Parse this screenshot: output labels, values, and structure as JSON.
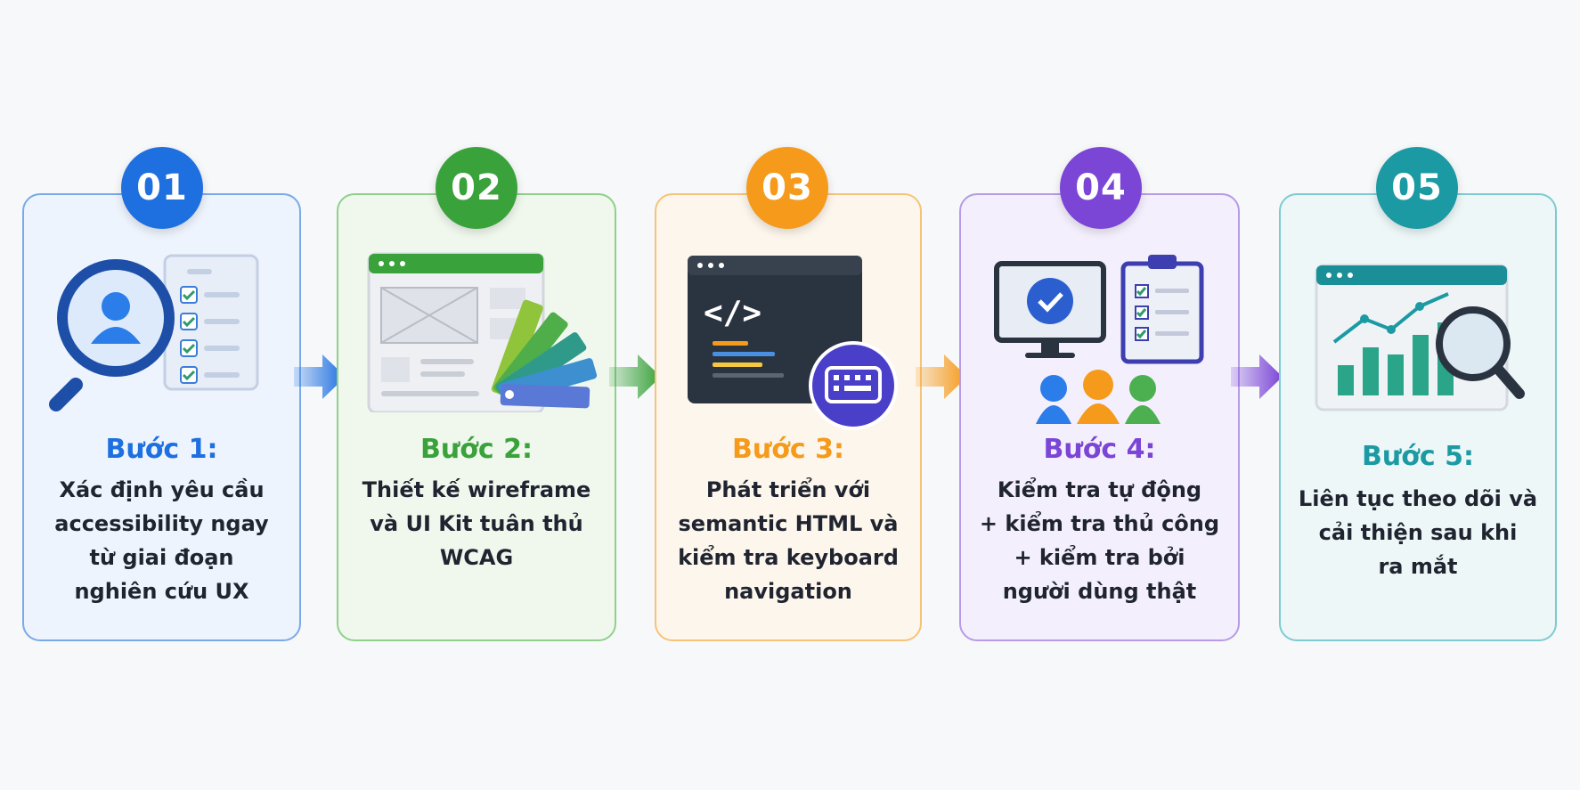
{
  "steps": [
    {
      "number": "01",
      "title": "Bước 1:",
      "desc": [
        "Xác định yêu cầu",
        "accessibility ngay",
        "từ giai đoạn",
        "nghiên cứu UX"
      ],
      "color": "#1e6fe0"
    },
    {
      "number": "02",
      "title": "Bước 2:",
      "desc": [
        "Thiết kế wireframe",
        "và UI Kit tuân thủ",
        "WCAG"
      ],
      "color": "#3aa23a"
    },
    {
      "number": "03",
      "title": "Bước 3:",
      "desc": [
        "Phát triển với",
        "semantic HTML và",
        "kiểm tra keyboard",
        "navigation"
      ],
      "color": "#f59a1b"
    },
    {
      "number": "04",
      "title": "Bước 4:",
      "desc": [
        "Kiểm tra tự động",
        "+ kiểm tra thủ công",
        "+ kiểm tra bởi",
        "người dùng thật"
      ],
      "color": "#7b45d6"
    },
    {
      "number": "05",
      "title": "Bước 5:",
      "desc": [
        "Liên tục theo dõi và",
        "cải thiện sau khi",
        "ra mắt"
      ],
      "color": "#1b9aa3"
    }
  ],
  "icons": {
    "step1": "magnifier-user-checklist-icon",
    "step2": "wireframe-color-swatch-icon",
    "step3": "code-editor-keyboard-icon",
    "step4": "monitor-clipboard-users-icon",
    "step5": "analytics-dashboard-magnifier-icon",
    "arrow": "right-arrow-icon"
  }
}
